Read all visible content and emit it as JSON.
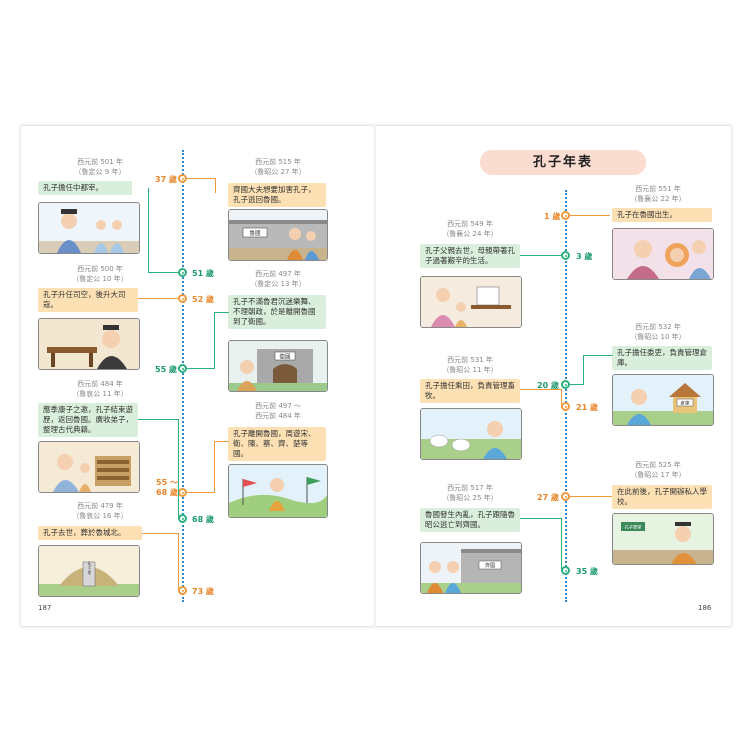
{
  "title": "孔子年表",
  "page_left": "187",
  "page_right": "186",
  "left_page": {
    "events": [
      {
        "date": "西元前 501 年\n（魯定公 9 年）",
        "text": "孔子擔任中都宰。",
        "age": "51 歲",
        "scene": "officials"
      },
      {
        "date": "西元前 500 年\n（魯定公 10 年）",
        "text": "孔子升任司空，後升大司寇。",
        "age": "52 歲",
        "scene": "official-desk"
      },
      {
        "date": "西元前 515 年\n（魯昭公 27 年）",
        "text": "齊國大夫想要加害孔子，孔子逃回魯國。",
        "age": "37 歲",
        "scene": "escape",
        "sign": "魯國"
      },
      {
        "date": "西元前 497 年\n（魯定公 13 年）",
        "text": "孔子不滿魯君沉迷樂舞、不理朝政，於是離開魯國到了衛國。",
        "age": "55 歲",
        "scene": "gate",
        "sign": "衛國"
      },
      {
        "date": "西元前 497 ～\n西元前 484 年",
        "text": "孔子離開魯國，周遊宋、衛、陳、蔡、齊、楚等國。",
        "age": "55 ～\n68 歲",
        "scene": "travel"
      },
      {
        "date": "西元前 484 年\n（魯哀公 11 年）",
        "text": "應季康子之邀，孔子結束遊歷，返回魯國。廣收弟子，整理古代典籍。",
        "age": "68 歲",
        "scene": "books"
      },
      {
        "date": "西元前 479 年\n（魯哀公 16 年）",
        "text": "孔子去世，葬於魯城北。",
        "age": "73 歲",
        "scene": "tomb",
        "sign": "孔子之墓"
      }
    ]
  },
  "right_page": {
    "events": [
      {
        "date": "西元前 551 年\n（魯襄公 22 年）",
        "text": "孔子在魯國出生。",
        "age": "1 歲",
        "scene": "birth"
      },
      {
        "date": "西元前 549 年\n（魯襄公 24 年）",
        "text": "孔子父親去世，母親帶著孔子過著艱辛的生活。",
        "age": "3 歲",
        "scene": "mother"
      },
      {
        "date": "西元前 532 年\n（魯昭公 10 年）",
        "text": "孔子擔任委吏，負責管理倉庫。",
        "age": "20 歲",
        "scene": "granary",
        "sign": "倉庫"
      },
      {
        "date": "西元前 531 年\n（魯昭公 11 年）",
        "text": "孔子擔任乘田，負責管理畜牧。",
        "age": "21 歲",
        "scene": "sheep"
      },
      {
        "date": "西元前 525 年\n（魯昭公 17 年）",
        "text": "在此前後，孔子開辦私人學校。",
        "age": "27 歲",
        "scene": "school",
        "sign": "孔子學堂"
      },
      {
        "date": "西元前 517 年\n（魯昭公 25 年）",
        "text": "魯國發生內亂，孔子跟隨魯昭公逃亡到齊國。",
        "age": "35 歲",
        "scene": "flee",
        "sign": "齊國"
      }
    ]
  },
  "colors": {
    "green": "#2bb07f",
    "orange": "#f29a3b",
    "green_label": "#d9efdb",
    "orange_label": "#fde1b4",
    "axis": "#2f86c9",
    "banner": "#fbdcd0"
  }
}
